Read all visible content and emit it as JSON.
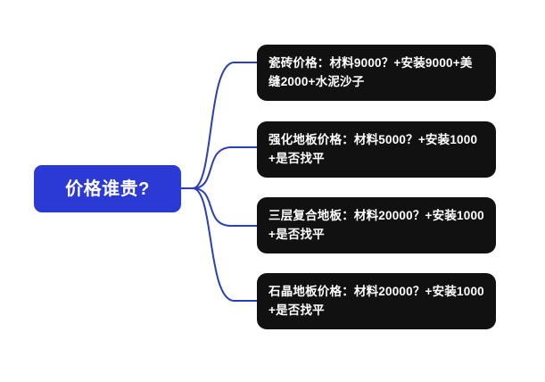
{
  "diagram": {
    "type": "mind-map",
    "background_color": "#ffffff",
    "root": {
      "label": "价格谁贵?",
      "fill_color": "#2B3AD4",
      "text_color": "#ffffff"
    },
    "connector": {
      "color": "#2A3FB8",
      "width": 2,
      "style": "curved"
    },
    "branches": [
      {
        "id": "branch-tile-price",
        "label": "瓷砖价格：材料9000？+安装9000+美缝2000+水泥沙子",
        "fill_color": "#111111",
        "text_color": "#ffffff"
      },
      {
        "id": "branch-laminate-floor-price",
        "label": "强化地板价格：材料5000？+安装1000+是否找平",
        "fill_color": "#111111",
        "text_color": "#ffffff"
      },
      {
        "id": "branch-three-layer-composite-floor",
        "label": "三层复合地板：材料20000？+安装1000+是否找平",
        "fill_color": "#111111",
        "text_color": "#ffffff"
      },
      {
        "id": "branch-stone-crystal-floor-price",
        "label": "石晶地板价格：材料20000？+安装1000+是否找平",
        "fill_color": "#111111",
        "text_color": "#ffffff"
      }
    ]
  }
}
